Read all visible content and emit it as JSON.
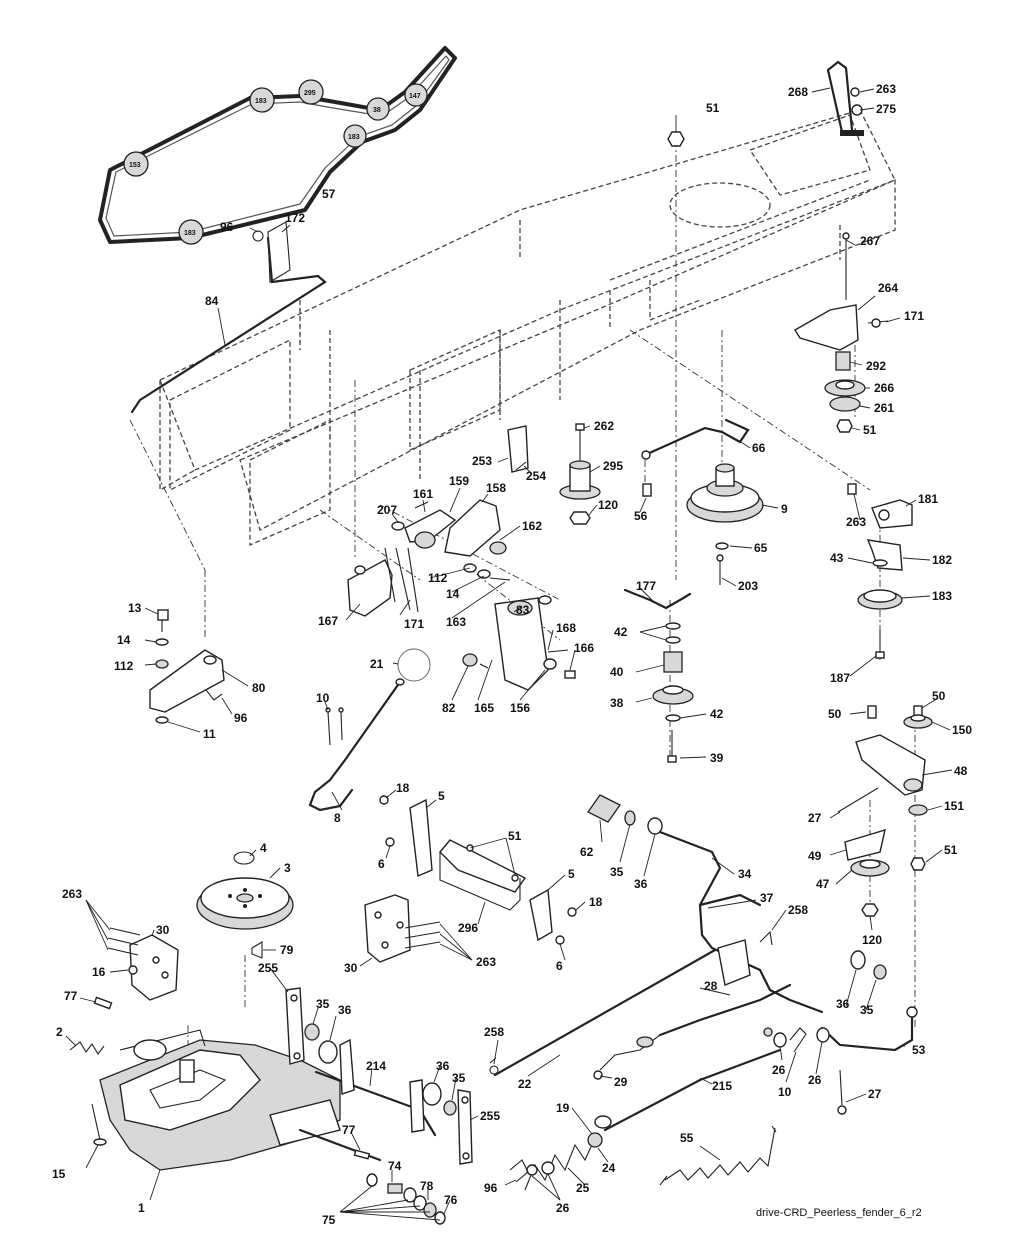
{
  "caption": "drive-CRD_Peerless_fender_6_r2",
  "belt": {
    "ref": "57",
    "pulley_labels": [
      "153",
      "183",
      "183",
      "295",
      "38",
      "147",
      "183"
    ]
  },
  "callouts": [
    {
      "id": "c268",
      "n": "268"
    },
    {
      "id": "c263a",
      "n": "263"
    },
    {
      "id": "c275",
      "n": "275"
    },
    {
      "id": "c51a",
      "n": "51"
    },
    {
      "id": "c172",
      "n": "172"
    },
    {
      "id": "c96a",
      "n": "96"
    },
    {
      "id": "c84",
      "n": "84"
    },
    {
      "id": "c267",
      "n": "267"
    },
    {
      "id": "c264",
      "n": "264"
    },
    {
      "id": "c171a",
      "n": "171"
    },
    {
      "id": "c292",
      "n": "292"
    },
    {
      "id": "c266",
      "n": "266"
    },
    {
      "id": "c261",
      "n": "261"
    },
    {
      "id": "c51b",
      "n": "51"
    },
    {
      "id": "c66",
      "n": "66"
    },
    {
      "id": "c262",
      "n": "262"
    },
    {
      "id": "c253",
      "n": "253"
    },
    {
      "id": "c254",
      "n": "254"
    },
    {
      "id": "c295",
      "n": "295"
    },
    {
      "id": "c120a",
      "n": "120"
    },
    {
      "id": "c56",
      "n": "56"
    },
    {
      "id": "c9",
      "n": "9"
    },
    {
      "id": "c181",
      "n": "181"
    },
    {
      "id": "c263b",
      "n": "263"
    },
    {
      "id": "c65",
      "n": "65"
    },
    {
      "id": "c203",
      "n": "203"
    },
    {
      "id": "c43",
      "n": "43"
    },
    {
      "id": "c182",
      "n": "182"
    },
    {
      "id": "c183",
      "n": "183"
    },
    {
      "id": "c187",
      "n": "187"
    },
    {
      "id": "c161",
      "n": "161"
    },
    {
      "id": "c159",
      "n": "159"
    },
    {
      "id": "c158",
      "n": "158"
    },
    {
      "id": "c207",
      "n": "207"
    },
    {
      "id": "c162",
      "n": "162"
    },
    {
      "id": "c112a",
      "n": "112"
    },
    {
      "id": "c14a",
      "n": "14"
    },
    {
      "id": "c167",
      "n": "167"
    },
    {
      "id": "c171b",
      "n": "171"
    },
    {
      "id": "c163",
      "n": "163"
    },
    {
      "id": "c83",
      "n": "83"
    },
    {
      "id": "c177",
      "n": "177"
    },
    {
      "id": "c42a",
      "n": "42"
    },
    {
      "id": "c40",
      "n": "40"
    },
    {
      "id": "c38",
      "n": "38"
    },
    {
      "id": "c42b",
      "n": "42"
    },
    {
      "id": "c39",
      "n": "39"
    },
    {
      "id": "c168",
      "n": "168"
    },
    {
      "id": "c166",
      "n": "166"
    },
    {
      "id": "c13",
      "n": "13"
    },
    {
      "id": "c14b",
      "n": "14"
    },
    {
      "id": "c112b",
      "n": "112"
    },
    {
      "id": "c80",
      "n": "80"
    },
    {
      "id": "c96b",
      "n": "96"
    },
    {
      "id": "c11",
      "n": "11"
    },
    {
      "id": "c21",
      "n": "21"
    },
    {
      "id": "c82",
      "n": "82"
    },
    {
      "id": "c165",
      "n": "165"
    },
    {
      "id": "c156",
      "n": "156"
    },
    {
      "id": "c10a",
      "n": "10"
    },
    {
      "id": "c8",
      "n": "8"
    },
    {
      "id": "c50a",
      "n": "50"
    },
    {
      "id": "c50b",
      "n": "50"
    },
    {
      "id": "c150",
      "n": "150"
    },
    {
      "id": "c48",
      "n": "48"
    },
    {
      "id": "c27a",
      "n": "27"
    },
    {
      "id": "c151",
      "n": "151"
    },
    {
      "id": "c49",
      "n": "49"
    },
    {
      "id": "c51c",
      "n": "51"
    },
    {
      "id": "c47",
      "n": "47"
    },
    {
      "id": "c120b",
      "n": "120"
    },
    {
      "id": "c18a",
      "n": "18"
    },
    {
      "id": "c5a",
      "n": "5"
    },
    {
      "id": "c6a",
      "n": "6"
    },
    {
      "id": "c51d",
      "n": "51"
    },
    {
      "id": "c62",
      "n": "62"
    },
    {
      "id": "c35a",
      "n": "35"
    },
    {
      "id": "c36a",
      "n": "36"
    },
    {
      "id": "c34",
      "n": "34"
    },
    {
      "id": "c37",
      "n": "37"
    },
    {
      "id": "c258a",
      "n": "258"
    },
    {
      "id": "c4",
      "n": "4"
    },
    {
      "id": "c3",
      "n": "3"
    },
    {
      "id": "c263c",
      "n": "263"
    },
    {
      "id": "c30a",
      "n": "30"
    },
    {
      "id": "c16",
      "n": "16"
    },
    {
      "id": "c79",
      "n": "79"
    },
    {
      "id": "c5b",
      "n": "5"
    },
    {
      "id": "c18b",
      "n": "18"
    },
    {
      "id": "c296",
      "n": "296"
    },
    {
      "id": "c6b",
      "n": "6"
    },
    {
      "id": "c30b",
      "n": "30"
    },
    {
      "id": "c263d",
      "n": "263"
    },
    {
      "id": "c77a",
      "n": "77"
    },
    {
      "id": "c2",
      "n": "2"
    },
    {
      "id": "c255a",
      "n": "255"
    },
    {
      "id": "c35b",
      "n": "35"
    },
    {
      "id": "c36b",
      "n": "36"
    },
    {
      "id": "c28",
      "n": "28"
    },
    {
      "id": "c36c",
      "n": "36"
    },
    {
      "id": "c35c",
      "n": "35"
    },
    {
      "id": "c53",
      "n": "53"
    },
    {
      "id": "c258b",
      "n": "258"
    },
    {
      "id": "c22",
      "n": "22"
    },
    {
      "id": "c29",
      "n": "29"
    },
    {
      "id": "c26a",
      "n": "26"
    },
    {
      "id": "c10b",
      "n": "10"
    },
    {
      "id": "c26b",
      "n": "26"
    },
    {
      "id": "c27b",
      "n": "27"
    },
    {
      "id": "c214",
      "n": "214"
    },
    {
      "id": "c36d",
      "n": "36"
    },
    {
      "id": "c35d",
      "n": "35"
    },
    {
      "id": "c255b",
      "n": "255"
    },
    {
      "id": "c215",
      "n": "215"
    },
    {
      "id": "c15",
      "n": "15"
    },
    {
      "id": "c19",
      "n": "19"
    },
    {
      "id": "c24",
      "n": "24"
    },
    {
      "id": "c55",
      "n": "55"
    },
    {
      "id": "c77b",
      "n": "77"
    },
    {
      "id": "c1",
      "n": "1"
    },
    {
      "id": "c74",
      "n": "74"
    },
    {
      "id": "c25",
      "n": "25"
    },
    {
      "id": "c96c",
      "n": "96"
    },
    {
      "id": "c78",
      "n": "78"
    },
    {
      "id": "c76",
      "n": "76"
    },
    {
      "id": "c26c",
      "n": "26"
    },
    {
      "id": "c75",
      "n": "75"
    }
  ]
}
